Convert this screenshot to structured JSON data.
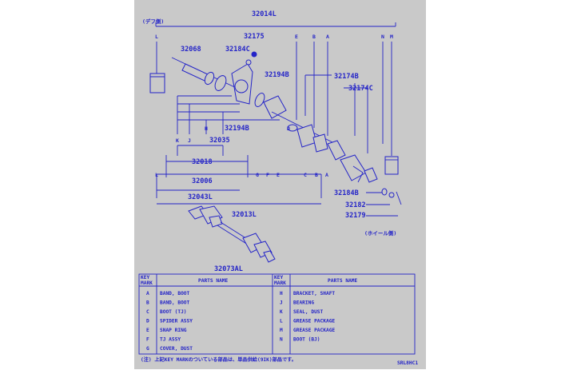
{
  "diagram": {
    "group_labels": {
      "top_assembly": "32014L",
      "differential_side": "(デフ側)",
      "wheel_side": "(ホイール側)",
      "lower_left_1": "32018",
      "lower_left_2": "32006",
      "lower_left_3": "32043L",
      "lower_mid": "32013L",
      "bottom_assembly": "32073AL"
    },
    "part_labels": {
      "p32068": "32068",
      "p32175": "32175",
      "p32184c": "32184C",
      "p32194b_top": "32194B",
      "p32174b": "32174B",
      "p32174c": "32174C",
      "p32194b_mid": "32194B",
      "p32035": "32035",
      "p32184b": "32184B",
      "p32182": "32182",
      "p32179": "32179"
    },
    "key_letters_top": [
      "L",
      "E",
      "B",
      "A",
      "N",
      "M"
    ],
    "key_letters_mid": [
      "K",
      "J",
      "H",
      "G",
      "F",
      "E",
      "D",
      "C",
      "B",
      "A",
      "L"
    ],
    "code": "SRL8HC1"
  },
  "table": {
    "col_key": "KEY MARK",
    "col_part": "PARTS NAME",
    "left_rows": [
      {
        "key": "A",
        "name": "BAND, BOOT"
      },
      {
        "key": "B",
        "name": "BAND, BOOT"
      },
      {
        "key": "C",
        "name": "BOOT (TJ)"
      },
      {
        "key": "D",
        "name": "SPIDER ASSY"
      },
      {
        "key": "E",
        "name": "SNAP RING"
      },
      {
        "key": "F",
        "name": "TJ ASSY"
      },
      {
        "key": "G",
        "name": "COVER, DUST"
      }
    ],
    "right_rows": [
      {
        "key": "H",
        "name": "BRACKET, SHAFT"
      },
      {
        "key": "J",
        "name": "BEARING"
      },
      {
        "key": "K",
        "name": "SEAL, DUST"
      },
      {
        "key": "L",
        "name": "GREASE PACKAGE"
      },
      {
        "key": "M",
        "name": "GREASE PACKAGE"
      },
      {
        "key": "N",
        "name": "BOOT (BJ)"
      }
    ],
    "note": "(注) 上記KEY MARKのついている部品は、単品供給(9IK)部品です。"
  },
  "colors": {
    "ink": "#2424c8",
    "background": "#c9c9c9"
  }
}
